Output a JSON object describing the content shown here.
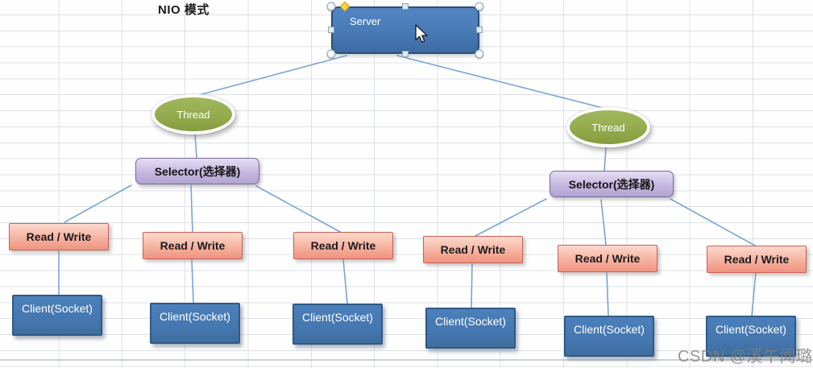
{
  "app": {
    "sheet_title": "NIO 模式",
    "watermark": "CSDN @溪午闻璐"
  },
  "diagram": {
    "server": {
      "id": "server",
      "label": "Server",
      "selected": true
    },
    "threads": [
      {
        "id": "thread-left",
        "label": "Thread"
      },
      {
        "id": "thread-right",
        "label": "Thread"
      }
    ],
    "selectors": [
      {
        "id": "selector-left",
        "label": "Selector(选择器)"
      },
      {
        "id": "selector-right",
        "label": "Selector(选择器)"
      }
    ],
    "read_write_nodes": [
      {
        "id": "read-write-1",
        "label": "Read / Write"
      },
      {
        "id": "read-write-2",
        "label": "Read / Write"
      },
      {
        "id": "read-write-3",
        "label": "Read / Write"
      },
      {
        "id": "read-write-4",
        "label": "Read / Write"
      },
      {
        "id": "read-write-5",
        "label": "Read / Write"
      },
      {
        "id": "read-write-6",
        "label": "Read / Write"
      }
    ],
    "client_nodes": [
      {
        "id": "client-1",
        "label": "Client(Socket)"
      },
      {
        "id": "client-2",
        "label": "Client(Socket)"
      },
      {
        "id": "client-3",
        "label": "Client(Socket)"
      },
      {
        "id": "client-4",
        "label": "Client(Socket)"
      },
      {
        "id": "client-5",
        "label": "Client(Socket)"
      },
      {
        "id": "client-6",
        "label": "Client(Socket)"
      }
    ],
    "edges": [
      {
        "from": "server",
        "to": "thread-left"
      },
      {
        "from": "server",
        "to": "thread-right"
      },
      {
        "from": "thread-left",
        "to": "selector-left"
      },
      {
        "from": "thread-right",
        "to": "selector-right"
      },
      {
        "from": "selector-left",
        "to": "read-write-1"
      },
      {
        "from": "selector-left",
        "to": "read-write-2"
      },
      {
        "from": "selector-left",
        "to": "read-write-3"
      },
      {
        "from": "read-write-1",
        "to": "client-1"
      },
      {
        "from": "read-write-2",
        "to": "client-2"
      },
      {
        "from": "read-write-3",
        "to": "client-3"
      },
      {
        "from": "selector-right",
        "to": "read-write-4"
      },
      {
        "from": "selector-right",
        "to": "read-write-5"
      },
      {
        "from": "selector-right",
        "to": "read-write-6"
      },
      {
        "from": "read-write-4",
        "to": "client-4"
      },
      {
        "from": "read-write-5",
        "to": "client-5"
      },
      {
        "from": "read-write-6",
        "to": "client-6"
      }
    ],
    "colors": {
      "server_fill": "#4a7db8",
      "server_border": "#2c4f77",
      "thread_fill": "#94ab4d",
      "selector_fill": "#c5b8e0",
      "selector_border": "#7d6aa0",
      "read_write_fill": "#f5ae9c",
      "read_write_border": "#c8625a",
      "client_fill": "#4577b0",
      "client_border": "#2e5a88",
      "connector": "#7ba3d6",
      "selection_handle_fill": "#d9edf6",
      "adjust_handle_fill": "#ffd43b"
    }
  }
}
